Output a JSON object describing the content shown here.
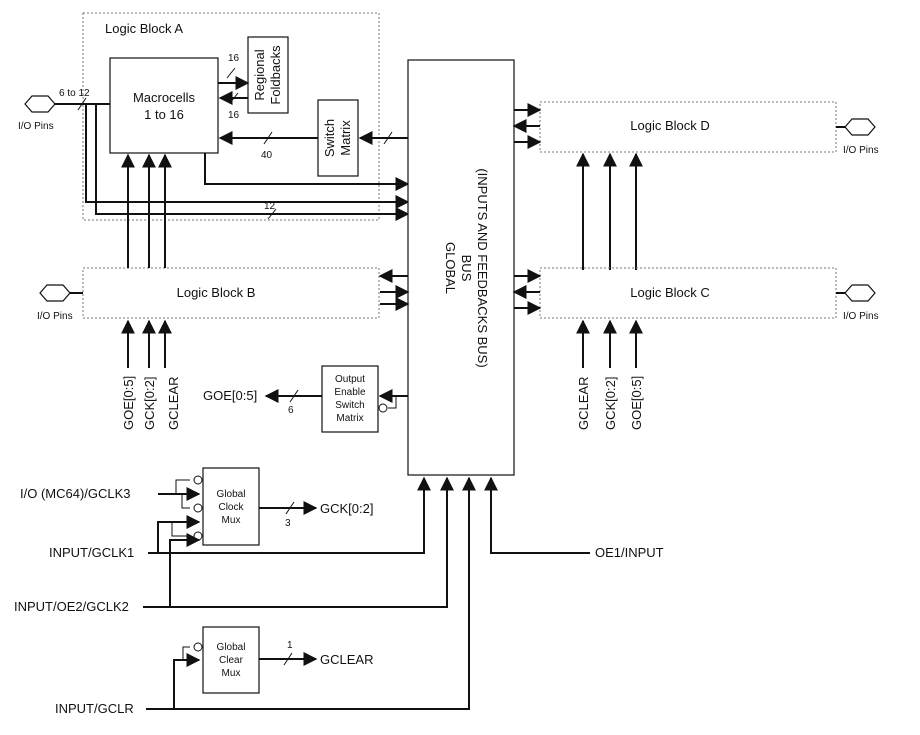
{
  "logic_block_a": {
    "title": "Logic Block A",
    "macrocells": [
      "Macrocells",
      "1 to 16"
    ],
    "regional_foldbacks": [
      "Regional",
      "Foldbacks"
    ],
    "switch_matrix": [
      "Switch",
      "Matrix"
    ],
    "bus_width_io": "6 to 12",
    "bus_width_foldback_in": "16",
    "bus_width_foldback_out": "16",
    "bus_width_switch": "40",
    "bus_width_feedback": "12"
  },
  "logic_block_b": {
    "title": "Logic Block B"
  },
  "logic_block_c": {
    "title": "Logic Block C"
  },
  "logic_block_d": {
    "title": "Logic Block D"
  },
  "io_pins_label": "I/O Pins",
  "global_bus": [
    "GLOBAL",
    "BUS",
    "(INPUTS AND FEEDBACKS BUS)"
  ],
  "block_b_inputs": {
    "goe": "GOE[0:5]",
    "gck": "GCK[0:2]",
    "gclear": "GCLEAR"
  },
  "block_c_inputs": {
    "gclear": "GCLEAR",
    "gck": "GCK[0:2]",
    "goe": "GOE[0:5]"
  },
  "output_enable": {
    "box": [
      "Output",
      "Enable",
      "Switch",
      "Matrix"
    ],
    "output": "GOE[0:5]",
    "width": "6"
  },
  "global_clock_mux": {
    "box": [
      "Global",
      "Clock",
      "Mux"
    ],
    "output": "GCK[0:2]",
    "width": "3"
  },
  "global_clear_mux": {
    "box": [
      "Global",
      "Clear",
      "Mux"
    ],
    "output": "GCLEAR",
    "width": "1"
  },
  "pins": {
    "io_gclk3": "I/O (MC64)/GCLK3",
    "gclk1": "INPUT/GCLK1",
    "oe2_gclk2": "INPUT/OE2/GCLK2",
    "gclr": "INPUT/GCLR",
    "oe1": "OE1/INPUT"
  }
}
